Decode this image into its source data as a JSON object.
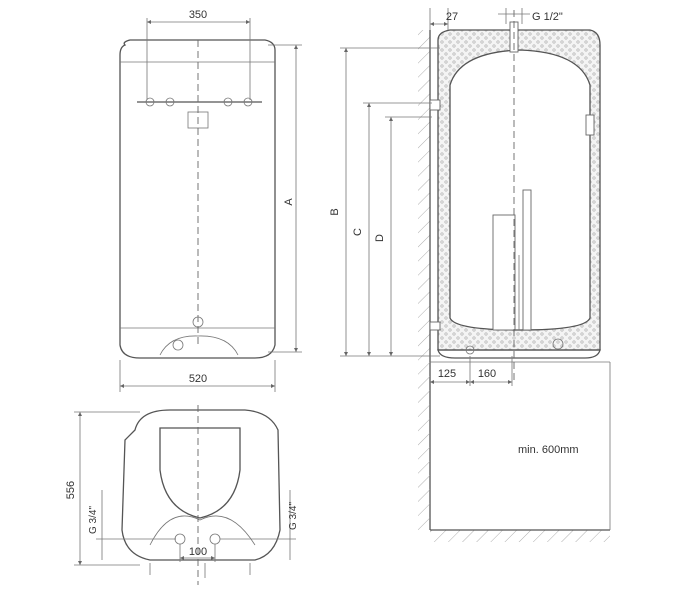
{
  "front_view": {
    "top_width": "350",
    "bottom_width": "520",
    "height_A": "A"
  },
  "bottom_view": {
    "depth": "556",
    "connector_left": "G 3/4\"",
    "connector_right": "G 3/4\"",
    "spacing": "100"
  },
  "side_view": {
    "wall_offset": "27",
    "top_connector": "G 1/2\"",
    "height_B": "B",
    "height_C": "C",
    "height_D": "D",
    "offset_125": "125",
    "offset_160": "160",
    "clearance": "min. 600mm"
  }
}
